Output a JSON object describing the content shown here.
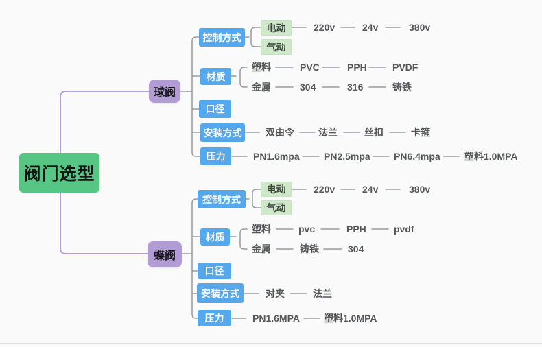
{
  "diagram": {
    "type": "mindmap",
    "title": "阀门选型"
  },
  "colors": {
    "canvas_bg": "#fafafa",
    "root_bg": "#57c583",
    "branch_bg": "#b29cd6",
    "category_bg": "#55a8ec",
    "leafbox_bg": "#cfe8ca",
    "connector_purple": "#b3a0da",
    "connector_gray": "#979ca1",
    "leaf_text": "#55575b"
  },
  "root": {
    "label": "阀门选型"
  },
  "ball": {
    "label": "球阀",
    "control": {
      "label": "控制方式",
      "electric": "电动",
      "pneumatic": "气动",
      "chain": [
        "220v",
        "24v",
        "380v"
      ]
    },
    "material": {
      "label": "材质",
      "plastic": "塑料",
      "plastic_chain": [
        "PVC",
        "PPH",
        "PVDF"
      ],
      "metal": "金属",
      "metal_chain": [
        "304",
        "316",
        "铸铁"
      ]
    },
    "diameter": {
      "label": "口径"
    },
    "install": {
      "label": "安装方式",
      "chain": [
        "双由令",
        "法兰",
        "丝扣",
        "卡箍"
      ]
    },
    "pressure": {
      "label": "压力",
      "chain": [
        "PN1.6mpa",
        "PN2.5mpa",
        "PN6.4mpa",
        "塑料1.0MPA"
      ]
    }
  },
  "butterfly": {
    "label": "蝶阀",
    "control": {
      "label": "控制方式",
      "electric": "电动",
      "pneumatic": "气动",
      "chain": [
        "220v",
        "24v",
        "380v"
      ]
    },
    "material": {
      "label": "材质",
      "plastic": "塑料",
      "plastic_chain": [
        "pvc",
        "PPH",
        "pvdf"
      ],
      "metal": "金属",
      "metal_chain": [
        "铸铁",
        "304"
      ]
    },
    "diameter": {
      "label": "口径"
    },
    "install": {
      "label": "安装方式",
      "chain": [
        "对夹",
        "法兰"
      ]
    },
    "pressure": {
      "label": "压力",
      "chain": [
        "PN1.6MPA",
        "塑料1.0MPA"
      ]
    }
  }
}
